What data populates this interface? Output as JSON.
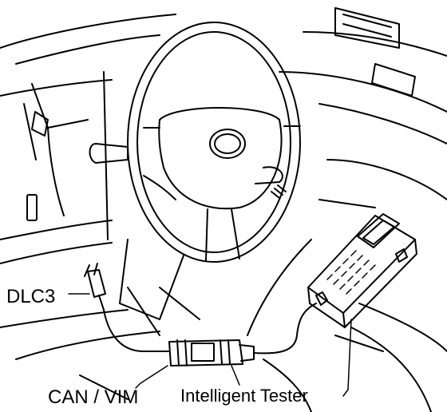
{
  "labels": {
    "dlc3": "DLC3",
    "can_vim": "CAN / VIM",
    "intelligent_tester": "Intelligent Tester"
  },
  "colors": {
    "line": "#000000",
    "background": "#ffffff"
  }
}
